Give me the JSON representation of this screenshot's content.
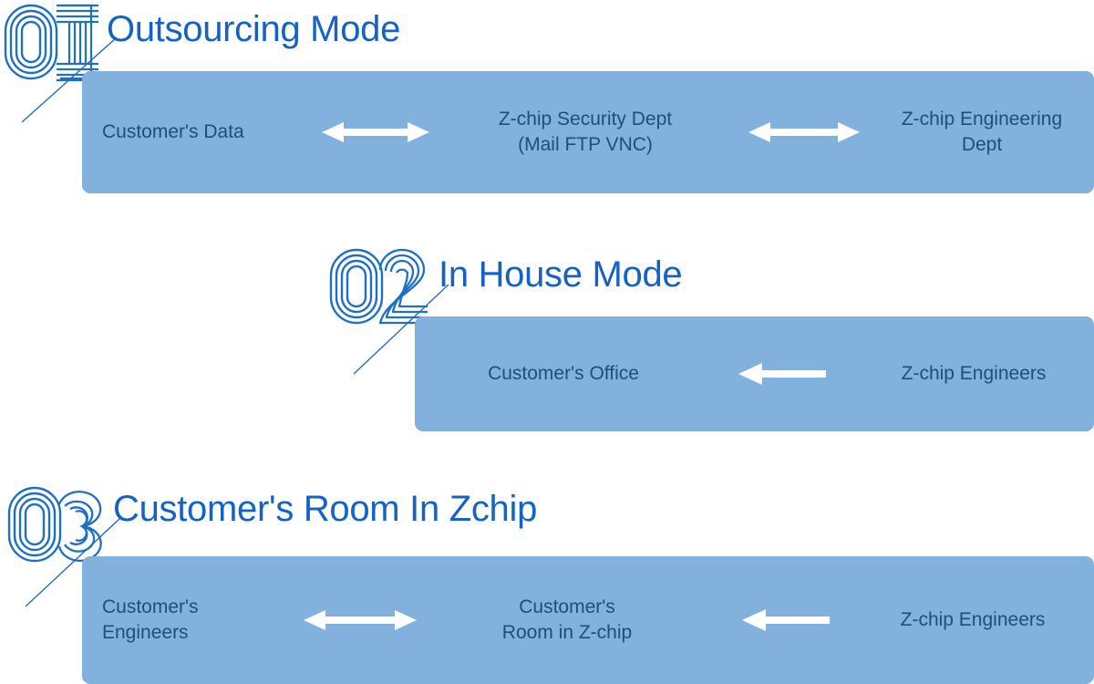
{
  "page": {
    "background_color": "#FFFFFF",
    "band_color": "#82B1DD",
    "title_color": "#1562C5",
    "band_text_color": "#1F4E79",
    "arrow_color": "#FFFFFF"
  },
  "sections": [
    {
      "number": "01",
      "title": "Outsourcing Mode",
      "band": {
        "items": [
          {
            "text": "Customer's Data"
          },
          {
            "text": "Z-chip Security Dept\n(Mail FTP VNC)"
          },
          {
            "text": "Z-chip Engineering\nDept"
          }
        ],
        "arrows": [
          {
            "name": "double-arrow-icon",
            "direction": "both"
          },
          {
            "name": "double-arrow-icon",
            "direction": "both"
          }
        ]
      }
    },
    {
      "number": "02",
      "title": "In House Mode",
      "band": {
        "items": [
          {
            "text": "Customer's Office"
          },
          {
            "text": "Z-chip Engineers"
          }
        ],
        "arrows": [
          {
            "name": "left-arrow-icon",
            "direction": "left"
          }
        ]
      }
    },
    {
      "number": "03",
      "title": "Customer's Room In Zchip",
      "band": {
        "items": [
          {
            "text": "Customer's\nEngineers"
          },
          {
            "text": "Customer's\nRoom in Z-chip"
          },
          {
            "text": "Z-chip Engineers"
          }
        ],
        "arrows": [
          {
            "name": "double-arrow-icon",
            "direction": "both"
          },
          {
            "name": "left-arrow-icon",
            "direction": "left"
          }
        ]
      }
    }
  ]
}
